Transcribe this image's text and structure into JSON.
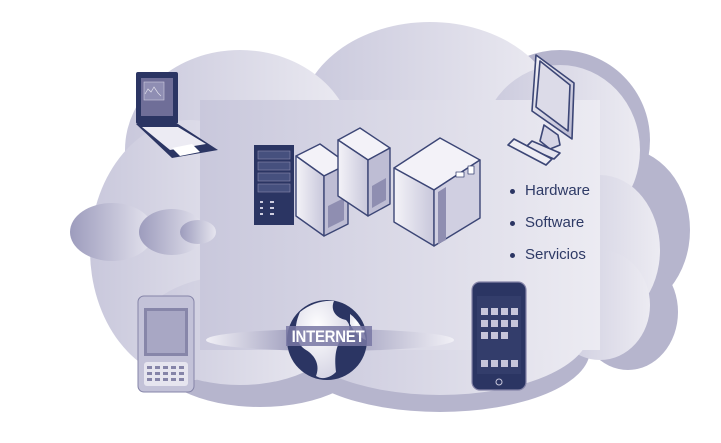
{
  "diagram": {
    "title": "Cloud computing",
    "colors": {
      "cloud_fill": "#d9d8e6",
      "cloud_shadow": "#b6b5cd",
      "device_dark": "#2b3563",
      "device_light": "#e8e7f0",
      "text": "#2e3a66"
    },
    "cloud_contents": {
      "bullets": [
        {
          "label": "Hardware"
        },
        {
          "label": "Software"
        },
        {
          "label": "Servicios"
        }
      ]
    },
    "network": {
      "label": "INTERNET"
    },
    "devices": [
      {
        "name": "laptop"
      },
      {
        "name": "desktop-monitor"
      },
      {
        "name": "server-rack"
      },
      {
        "name": "tower-server-1"
      },
      {
        "name": "tower-server-2"
      },
      {
        "name": "mainframe"
      },
      {
        "name": "pda-phone"
      },
      {
        "name": "smartphone"
      },
      {
        "name": "globe"
      }
    ]
  }
}
